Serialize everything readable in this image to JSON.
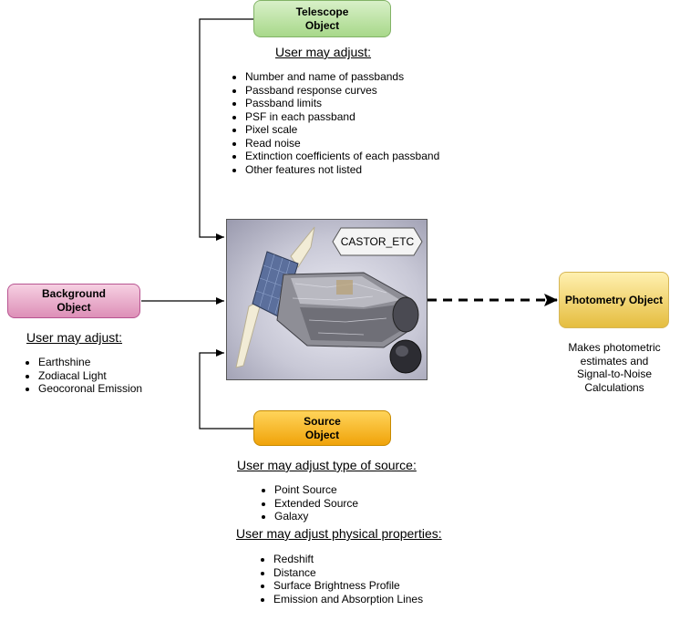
{
  "telescope": {
    "title": "Telescope\nObject",
    "heading": "User may adjust:",
    "items": [
      "Number and name of passbands",
      "Passband response curves",
      "Passband limits",
      "PSF in each passband",
      "Pixel scale",
      "Read noise",
      "Extinction coefficients of each passband",
      "Other features not listed"
    ]
  },
  "background": {
    "title": "Background\nObject",
    "heading": "User may adjust:",
    "items": [
      "Earthshine",
      "Zodiacal Light",
      "Geocoronal Emission"
    ]
  },
  "source": {
    "title": "Source\nObject",
    "heading_type": "User may adjust type of source:",
    "type_items": [
      "Point Source",
      "Extended Source",
      "Galaxy"
    ],
    "heading_physical": "User may adjust physical properties:",
    "physical_items": [
      "Redshift",
      "Distance",
      "Surface Brightness Profile",
      "Emission and Absorption Lines"
    ]
  },
  "center": {
    "label": "CASTOR_ETC"
  },
  "photometry": {
    "title": "Photometry Object",
    "caption": [
      "Makes photometric",
      "estimates and",
      "Signal-to-Noise",
      "Calculations"
    ]
  },
  "colors": {
    "telescope": "#a8d88a",
    "background": "#dd8fb7",
    "source": "#f0a30a",
    "photometry": "#e5bd3f"
  }
}
